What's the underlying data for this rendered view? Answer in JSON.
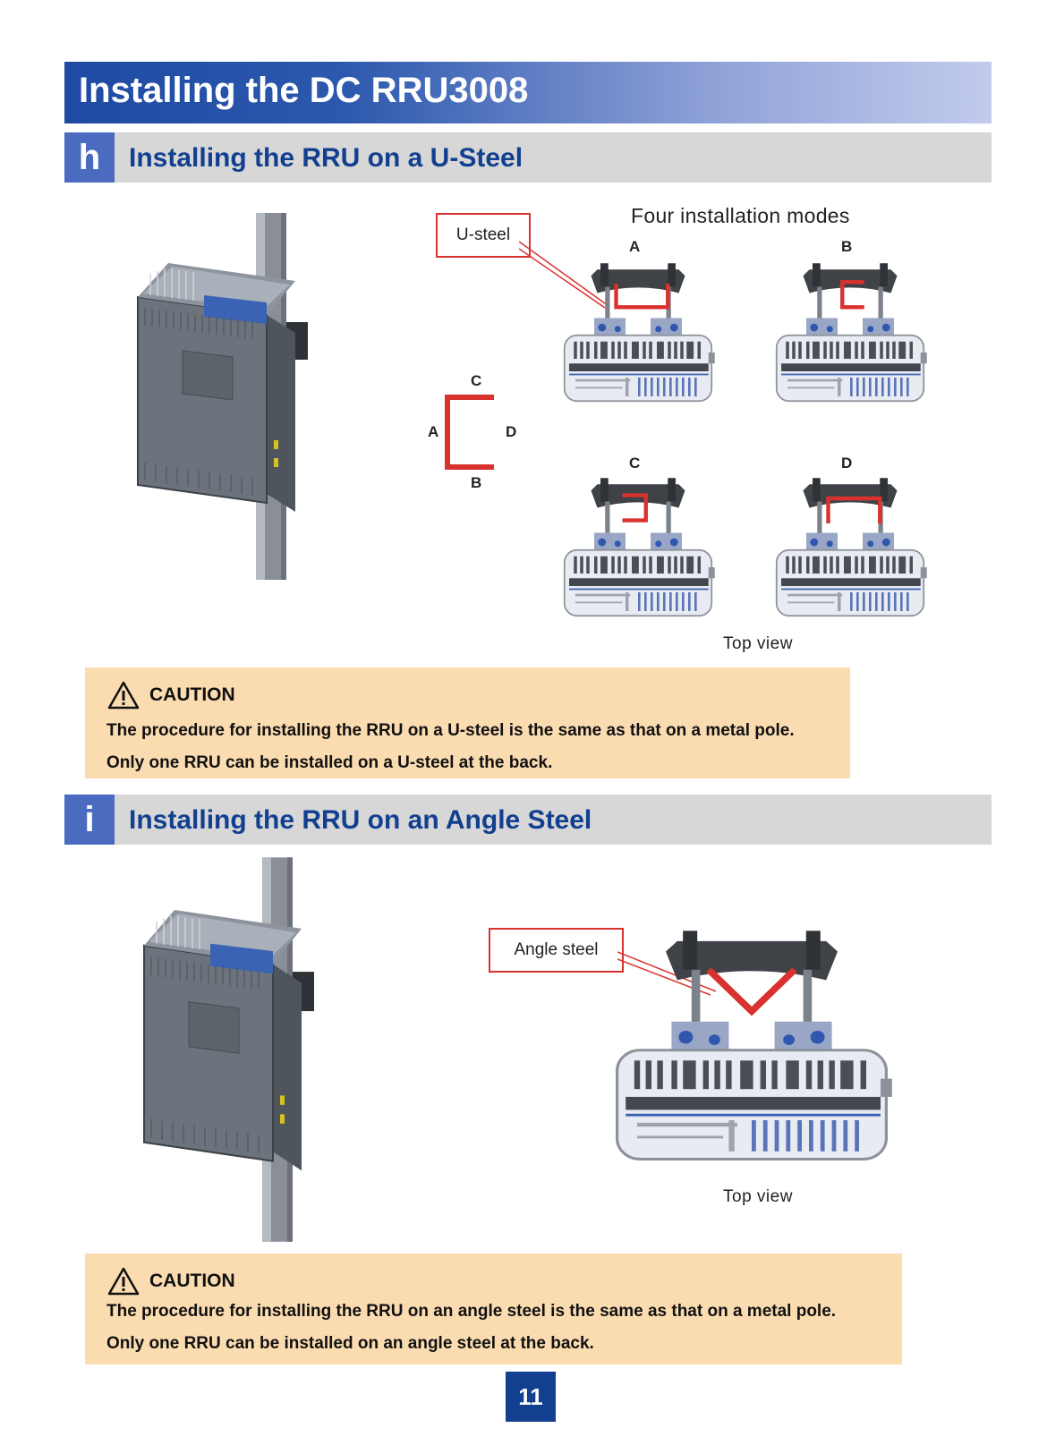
{
  "header": {
    "title": "Installing the DC RRU3008"
  },
  "sections": [
    {
      "letter": "h",
      "title": "Installing the RRU on a U-Steel",
      "callout_label": "U-steel",
      "modes_title": "Four installation modes",
      "modes": [
        "A",
        "B",
        "C",
        "D"
      ],
      "diagram_labels": {
        "top": "C",
        "left": "A",
        "right": "D",
        "bottom": "B"
      },
      "caption": "Top view",
      "caution": {
        "heading": "CAUTION",
        "lines": [
          "The procedure for installing the RRU on a U-steel is the same as that on a metal pole.",
          "Only one RRU can be installed on a U-steel at the back."
        ]
      }
    },
    {
      "letter": "i",
      "title": "Installing the RRU on an Angle Steel",
      "callout_label": "Angle steel",
      "caption": "Top view",
      "caution": {
        "heading": "CAUTION",
        "lines": [
          "The procedure for installing the RRU on an angle steel is the same as that on a metal pole.",
          "Only one RRU can be installed on an  angle steel at the back."
        ]
      }
    }
  ],
  "footer": {
    "page_number": "11"
  },
  "colors": {
    "brand_blue": "#123f8f",
    "accent_red": "#d9322e",
    "caution_bg": "#fbdcb1"
  }
}
